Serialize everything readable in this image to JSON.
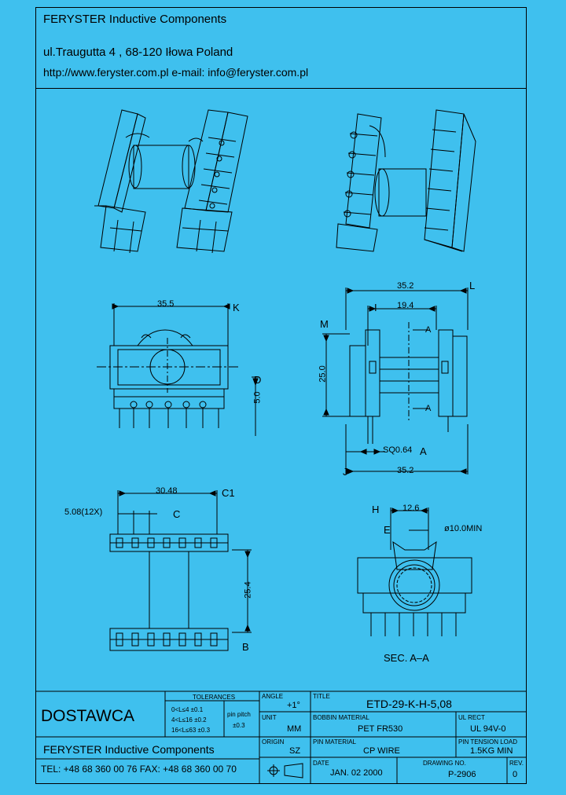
{
  "header": {
    "company": "FERYSTER Inductive Components",
    "address": "ul.Traugutta 4 , 68-120 Iłowa  Poland",
    "web_line": "http://www.feryster.com.pl   e-mail: info@feryster.com.pl"
  },
  "dims": {
    "top_width": "35.5",
    "top_width_r": "35.2",
    "d_19": "19.4",
    "h_25": "25.0",
    "d_5": "5.0",
    "pin_sq": "SQ0.64",
    "bottom_width": "35.2",
    "pitch_total": "30.48",
    "pitch": "5.08(12X)",
    "row_gap": "25.4",
    "inner_w": "12.6",
    "hole": "ø10.0MIN",
    "sec": "SEC. A–A",
    "A": "A"
  },
  "labels": {
    "K": "K",
    "L": "L",
    "M": "M",
    "D": "D",
    "I": "I",
    "J": "J",
    "C1": "C1",
    "C": "C",
    "B": "B",
    "H": "H",
    "E": "E"
  },
  "title_block": {
    "dostawca": "DOSTAWCA",
    "tolerances_h": "TOLERANCES",
    "tol1": "0<L≤4   ±0.1",
    "tol2": "4<L≤16  ±0.2",
    "tol3": "16<L≤63 ±0.3",
    "pin_pitch": "pin pitch",
    "pin_pitch_v": "±0.3",
    "angle_h": "ANGLE",
    "angle_v": "+1°",
    "title_h": "TITLE",
    "title_v": "ETD-29-K-H-5,08",
    "unit_h": "UNIT",
    "unit_v": "MM",
    "bobbin_h": "BOBBIN MATERIAL",
    "bobbin_v": "PET  FR530",
    "ul_h": "UL RECT",
    "ul_v": "UL 94V-0",
    "origin_h": "ORIGIN",
    "origin_v": "SZ",
    "pinmat_h": "PIN MATERIAL",
    "pinmat_v": "CP  WIRE",
    "tension_h": "PIN TENSION LOAD",
    "tension_v": "1.5KG MIN",
    "company": "FERYSTER Inductive Components",
    "tel": "TEL: +48 68 360 00 76  FAX: +48 68 360 00 70",
    "date_h": "DATE",
    "date_v": "JAN. 02  2000",
    "drawing_h": "DRAWING NO.",
    "drawing_v": "P-2906",
    "rev_h": "REV.",
    "rev_v": "0"
  },
  "colors": {
    "background": "#3fc0ee",
    "ink": "#000000"
  }
}
